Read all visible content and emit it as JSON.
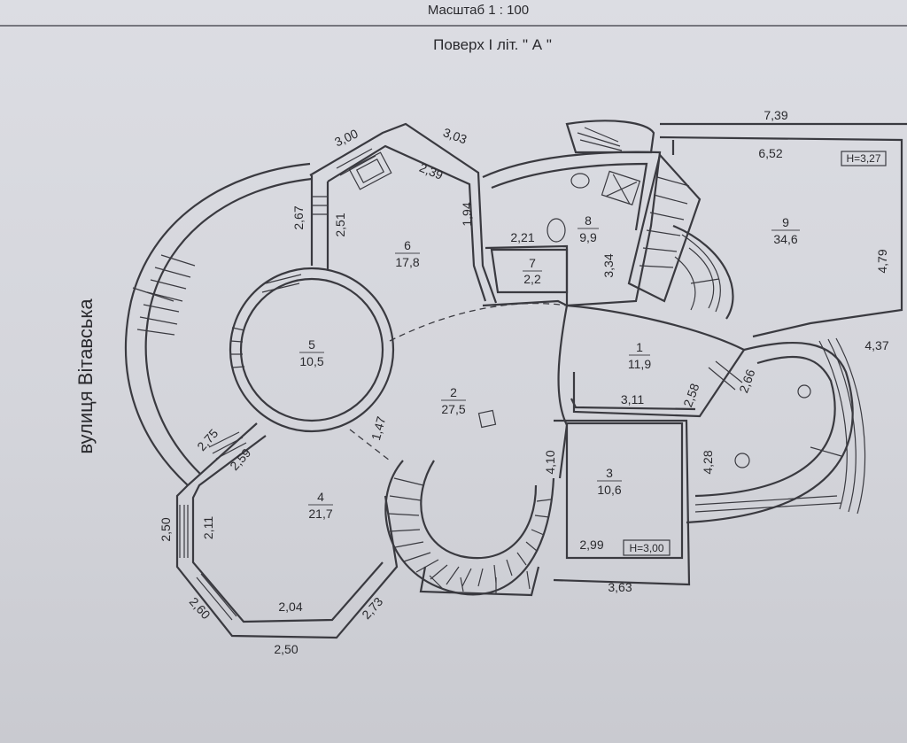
{
  "header": {
    "scale": "Масштаб  1 : 100",
    "floor_title": "Поверх I літ. \" А \""
  },
  "street_label": "вулиця Вітавська",
  "rooms": [
    {
      "number": "1",
      "area": "11,9"
    },
    {
      "number": "2",
      "area": "27,5"
    },
    {
      "number": "3",
      "area": "10,6"
    },
    {
      "number": "4",
      "area": "21,7"
    },
    {
      "number": "5",
      "area": "10,5"
    },
    {
      "number": "6",
      "area": "17,8"
    },
    {
      "number": "7",
      "area": "2,2"
    },
    {
      "number": "8",
      "area": "9,9"
    },
    {
      "number": "9",
      "area": "34,6"
    }
  ],
  "heights": {
    "room9": "H=3,27",
    "room3": "H=3,00"
  },
  "dimensions": {
    "d_7_39": "7,39",
    "d_6_52": "6,52",
    "d_4_79": "4,79",
    "d_4_37": "4,37",
    "d_3_00": "3,00",
    "d_3_03": "3,03",
    "d_2_39": "2,39",
    "d_1_94": "1,94",
    "d_2_67": "2,67",
    "d_2_51": "2,51",
    "d_2_21": "2,21",
    "d_3_34": "3,34",
    "d_2_58": "2,58",
    "d_2_66": "2,66",
    "d_3_11": "3,11",
    "d_4_28": "4,28",
    "d_4_10": "4,10",
    "d_1_47": "1,47",
    "d_2_75": "2,75",
    "d_2_59": "2,59",
    "d_2_50_left": "2,50",
    "d_2_11": "2,11",
    "d_2_60": "2,60",
    "d_2_04": "2,04",
    "d_2_73": "2,73",
    "d_2_50_bottom": "2,50",
    "d_2_99": "2,99",
    "d_3_63": "3,63"
  }
}
